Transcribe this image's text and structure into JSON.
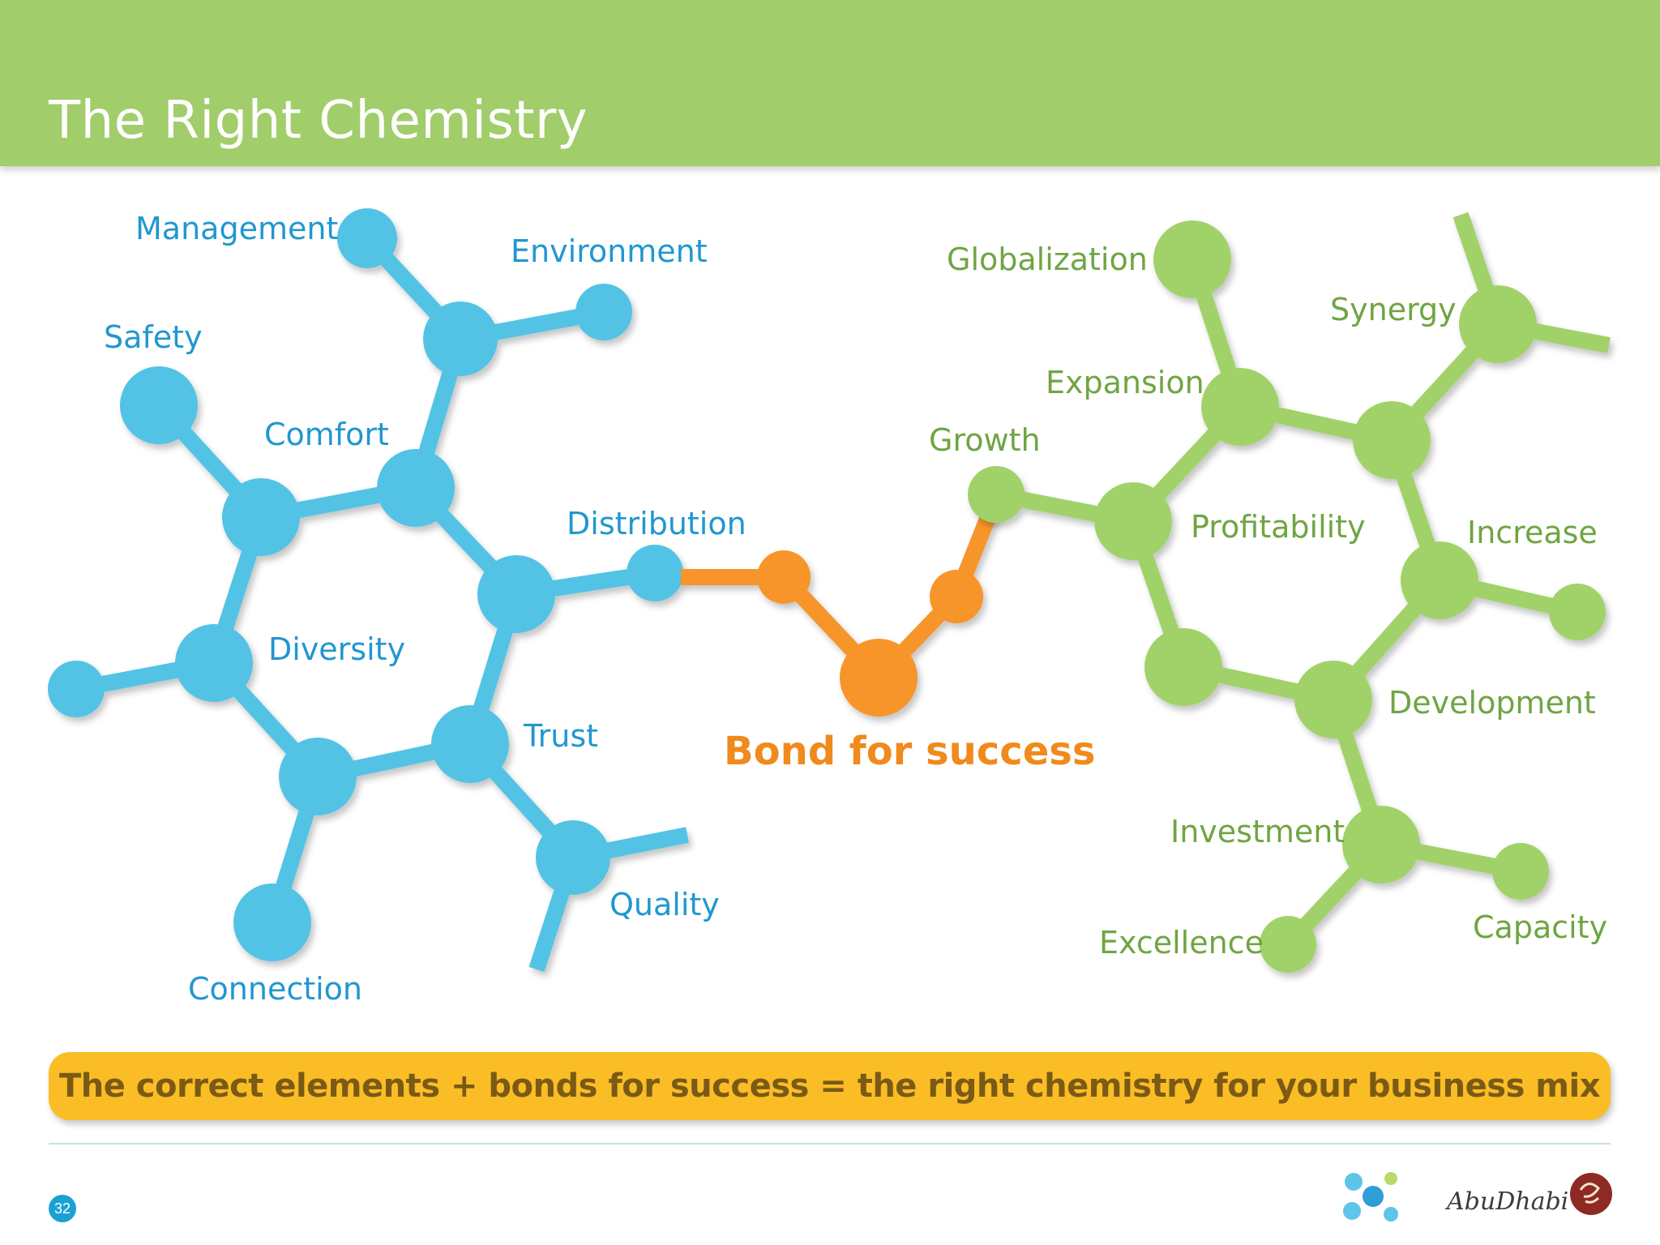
{
  "slide": {
    "title": "The Right Chemistry",
    "page_number": "32"
  },
  "colors": {
    "header": "#a2cd6b",
    "blue": "#52c3e5",
    "blue_text": "#2197cf",
    "green": "#a1d26b",
    "green_text": "#6fa542",
    "orange": "#f7952a",
    "orange_text": "#f08a1c",
    "summary_bg": "#fbbd26"
  },
  "blue_molecule": {
    "labels": {
      "management": "Management",
      "environment": "Environment",
      "safety": "Safety",
      "comfort": "Comfort",
      "distribution": "Distribution",
      "diversity": "Diversity",
      "trust": "Trust",
      "quality": "Quality",
      "connection": "Connection"
    }
  },
  "bond": {
    "label": "Bond for success"
  },
  "green_molecule": {
    "labels": {
      "globalization": "Globalization",
      "synergy": "Synergy",
      "expansion": "Expansion",
      "growth": "Growth",
      "profitability": "Profitability",
      "increase": "Increase",
      "development": "Development",
      "investment": "Investment",
      "excellence": "Excellence",
      "capacity": "Capacity"
    }
  },
  "summary": {
    "text": "The correct elements + bonds for success = the right chemistry for your business mix"
  },
  "branding": {
    "logo_icon": "molecule-logo-icon",
    "emblem_icon": "abu-dhabi-emblem-icon",
    "text": "AbuDhabi"
  }
}
